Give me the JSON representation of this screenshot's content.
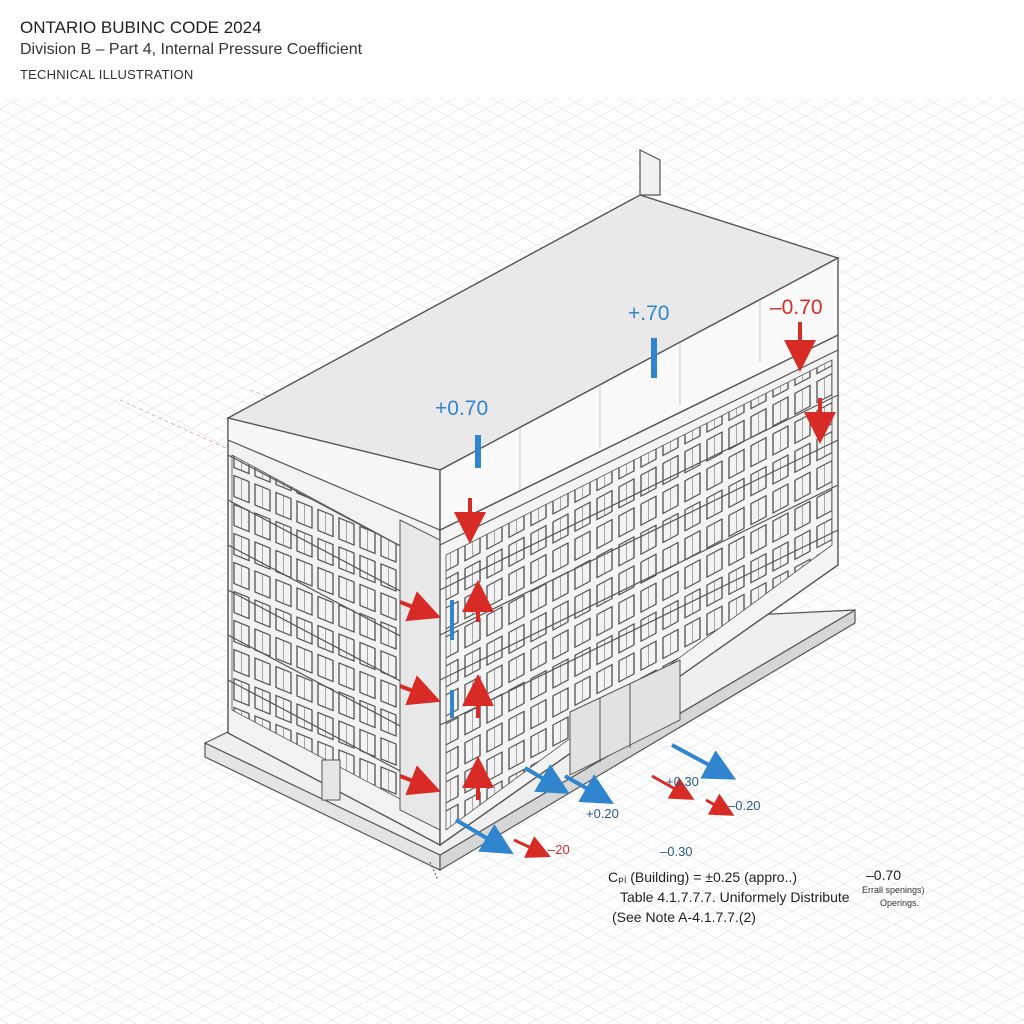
{
  "header": {
    "title": "ONTARIO BUBINC CODE 2024",
    "subtitle": "Division B – Part 4, Internal Pressure Coefficient",
    "tag": "TECHNICAL ILLUSTRATION"
  },
  "labels": {
    "top_left": "+0.70",
    "top_mid": "+.70",
    "top_right": "–0.70",
    "ground_a": "+0.30",
    "ground_b": "–0.20",
    "ground_c": "+0.20",
    "ground_d": "–20",
    "ground_e": "–0.30"
  },
  "note": {
    "line1": "Cₚᵢ (Building) = ±0.25 (appro..)",
    "line1_value": "–0.70",
    "line2": "Table 4.1.7.7.7. Uniformely Distribute",
    "line2_small_a": "Errall spenings)",
    "line2_small_b": "Operings.",
    "line3": "(See Note A-4.1.7.7.(2)"
  },
  "colors": {
    "positive": "#2f86cf",
    "negative": "#d92b25",
    "grid": "#dcdcdc",
    "outline": "#555555"
  }
}
